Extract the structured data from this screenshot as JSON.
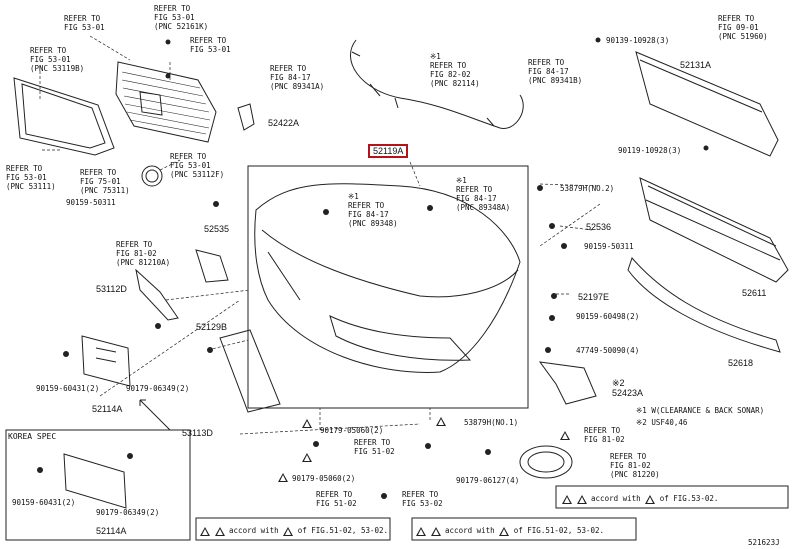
{
  "refs": {
    "r1": "REFER TO\nFIG 53-01",
    "r2": "REFER TO\nFIG 53-01\n(PNC 52161K)",
    "r3": "REFER TO\nFIG 53-01\n(PNC 53119B)",
    "r4": "REFER TO\nFIG 53-01",
    "r5": "REFER TO\nFIG 53-01\n(PNC 53111)",
    "r6": "REFER TO\nFIG 75-01\n(PNC 75311)",
    "r7": "REFER TO\nFIG 53-01\n(PNC 53112F)",
    "r8": "REFER TO\nFIG 84-17\n(PNC 89341A)",
    "r9": "※1\nREFER TO\nFIG 82-02\n(PNC 82114)",
    "r10": "REFER TO\nFIG 84-17\n(PNC 89341B)",
    "r11": "REFER TO\nFIG 09-01\n(PNC 51960)",
    "r12": "※1\nREFER TO\nFIG 84-17\n(PNC 89348)",
    "r13": "※1\nREFER TO\nFIG 84-17\n(PNC 89348A)",
    "r14": "REFER TO\nFIG 81-02\n(PNC 81210A)",
    "r15": "REFER TO\nFIG 51-02",
    "r16": "REFER TO\nFIG 51-02",
    "r17": "REFER TO\nFIG 53-02",
    "r18": "REFER TO\nFIG 81-02",
    "r19": "REFER TO\nFIG 81-02\n(PNC 81220)"
  },
  "parts": {
    "p52422A": "52422A",
    "p52119A": "52119A",
    "p52131A": "52131A",
    "p90139": "90139-10928(3)",
    "p90119": "90119-10928(3)",
    "p53879H2": "53879H(NO.2)",
    "p52536": "52536",
    "p90159_50311a": "90159-50311",
    "p90159_50311b": "90159-50311",
    "p52535": "52535",
    "p53112D": "53112D",
    "p52129B": "52129B",
    "p52197E": "52197E",
    "p90159_60498": "90159-60498(2)",
    "p47749": "47749-50090(4)",
    "p52423A": "※2\n52423A",
    "p52611": "52611",
    "p52618": "52618",
    "p90159_60431": "90159-60431(2)",
    "p90179_06349": "90179-06349(2)",
    "p52114A": "52114A",
    "p53113D": "53113D",
    "p90179_05060a": "90179-05060(2)",
    "p90179_05060b": "90179-05060(2)",
    "p53879H1": "53879H(NO.1)",
    "p90179_06127": "90179-06127(4)",
    "korea_title": "KOREA SPEC",
    "k90159": "90159-60431(2)",
    "k90179": "90179-06349(2)",
    "k52114A": "52114A"
  },
  "notes": {
    "n1": "※1 W(CLEARANCE & BACK SONAR)",
    "n2": "※2 USF40,46"
  },
  "footer": {
    "accord_left": "accord with",
    "fig_left": "of FIG.51-02, 53-02.",
    "accord_right": "accord with",
    "fig_right": "of FIG.53-02.",
    "accord_bottom": "accord with",
    "fig_bottom": "of FIG.51-02, 53-02.",
    "diagram_id": "521623J"
  },
  "colors": {
    "highlight": "#b5121b",
    "line": "#222222"
  }
}
